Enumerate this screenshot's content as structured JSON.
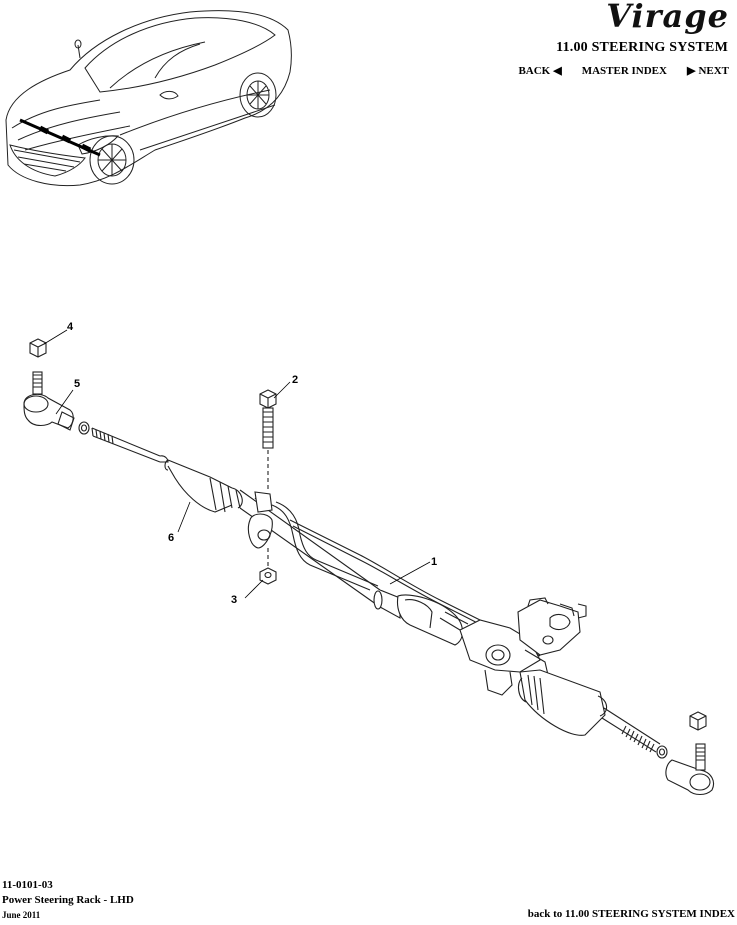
{
  "header": {
    "brand": "Virage",
    "section_title": "11.00 STEERING SYSTEM",
    "nav": {
      "back_label": "BACK",
      "master_index_label": "MASTER INDEX",
      "next_label": "NEXT"
    }
  },
  "diagram": {
    "callouts": [
      "1",
      "2",
      "3",
      "4",
      "5",
      "6"
    ]
  },
  "footer": {
    "part_code": "11-0101-03",
    "part_title": "Power Steering Rack - LHD",
    "date": "June 2011",
    "index_link": "back to 11.00 STEERING SYSTEM INDEX"
  }
}
